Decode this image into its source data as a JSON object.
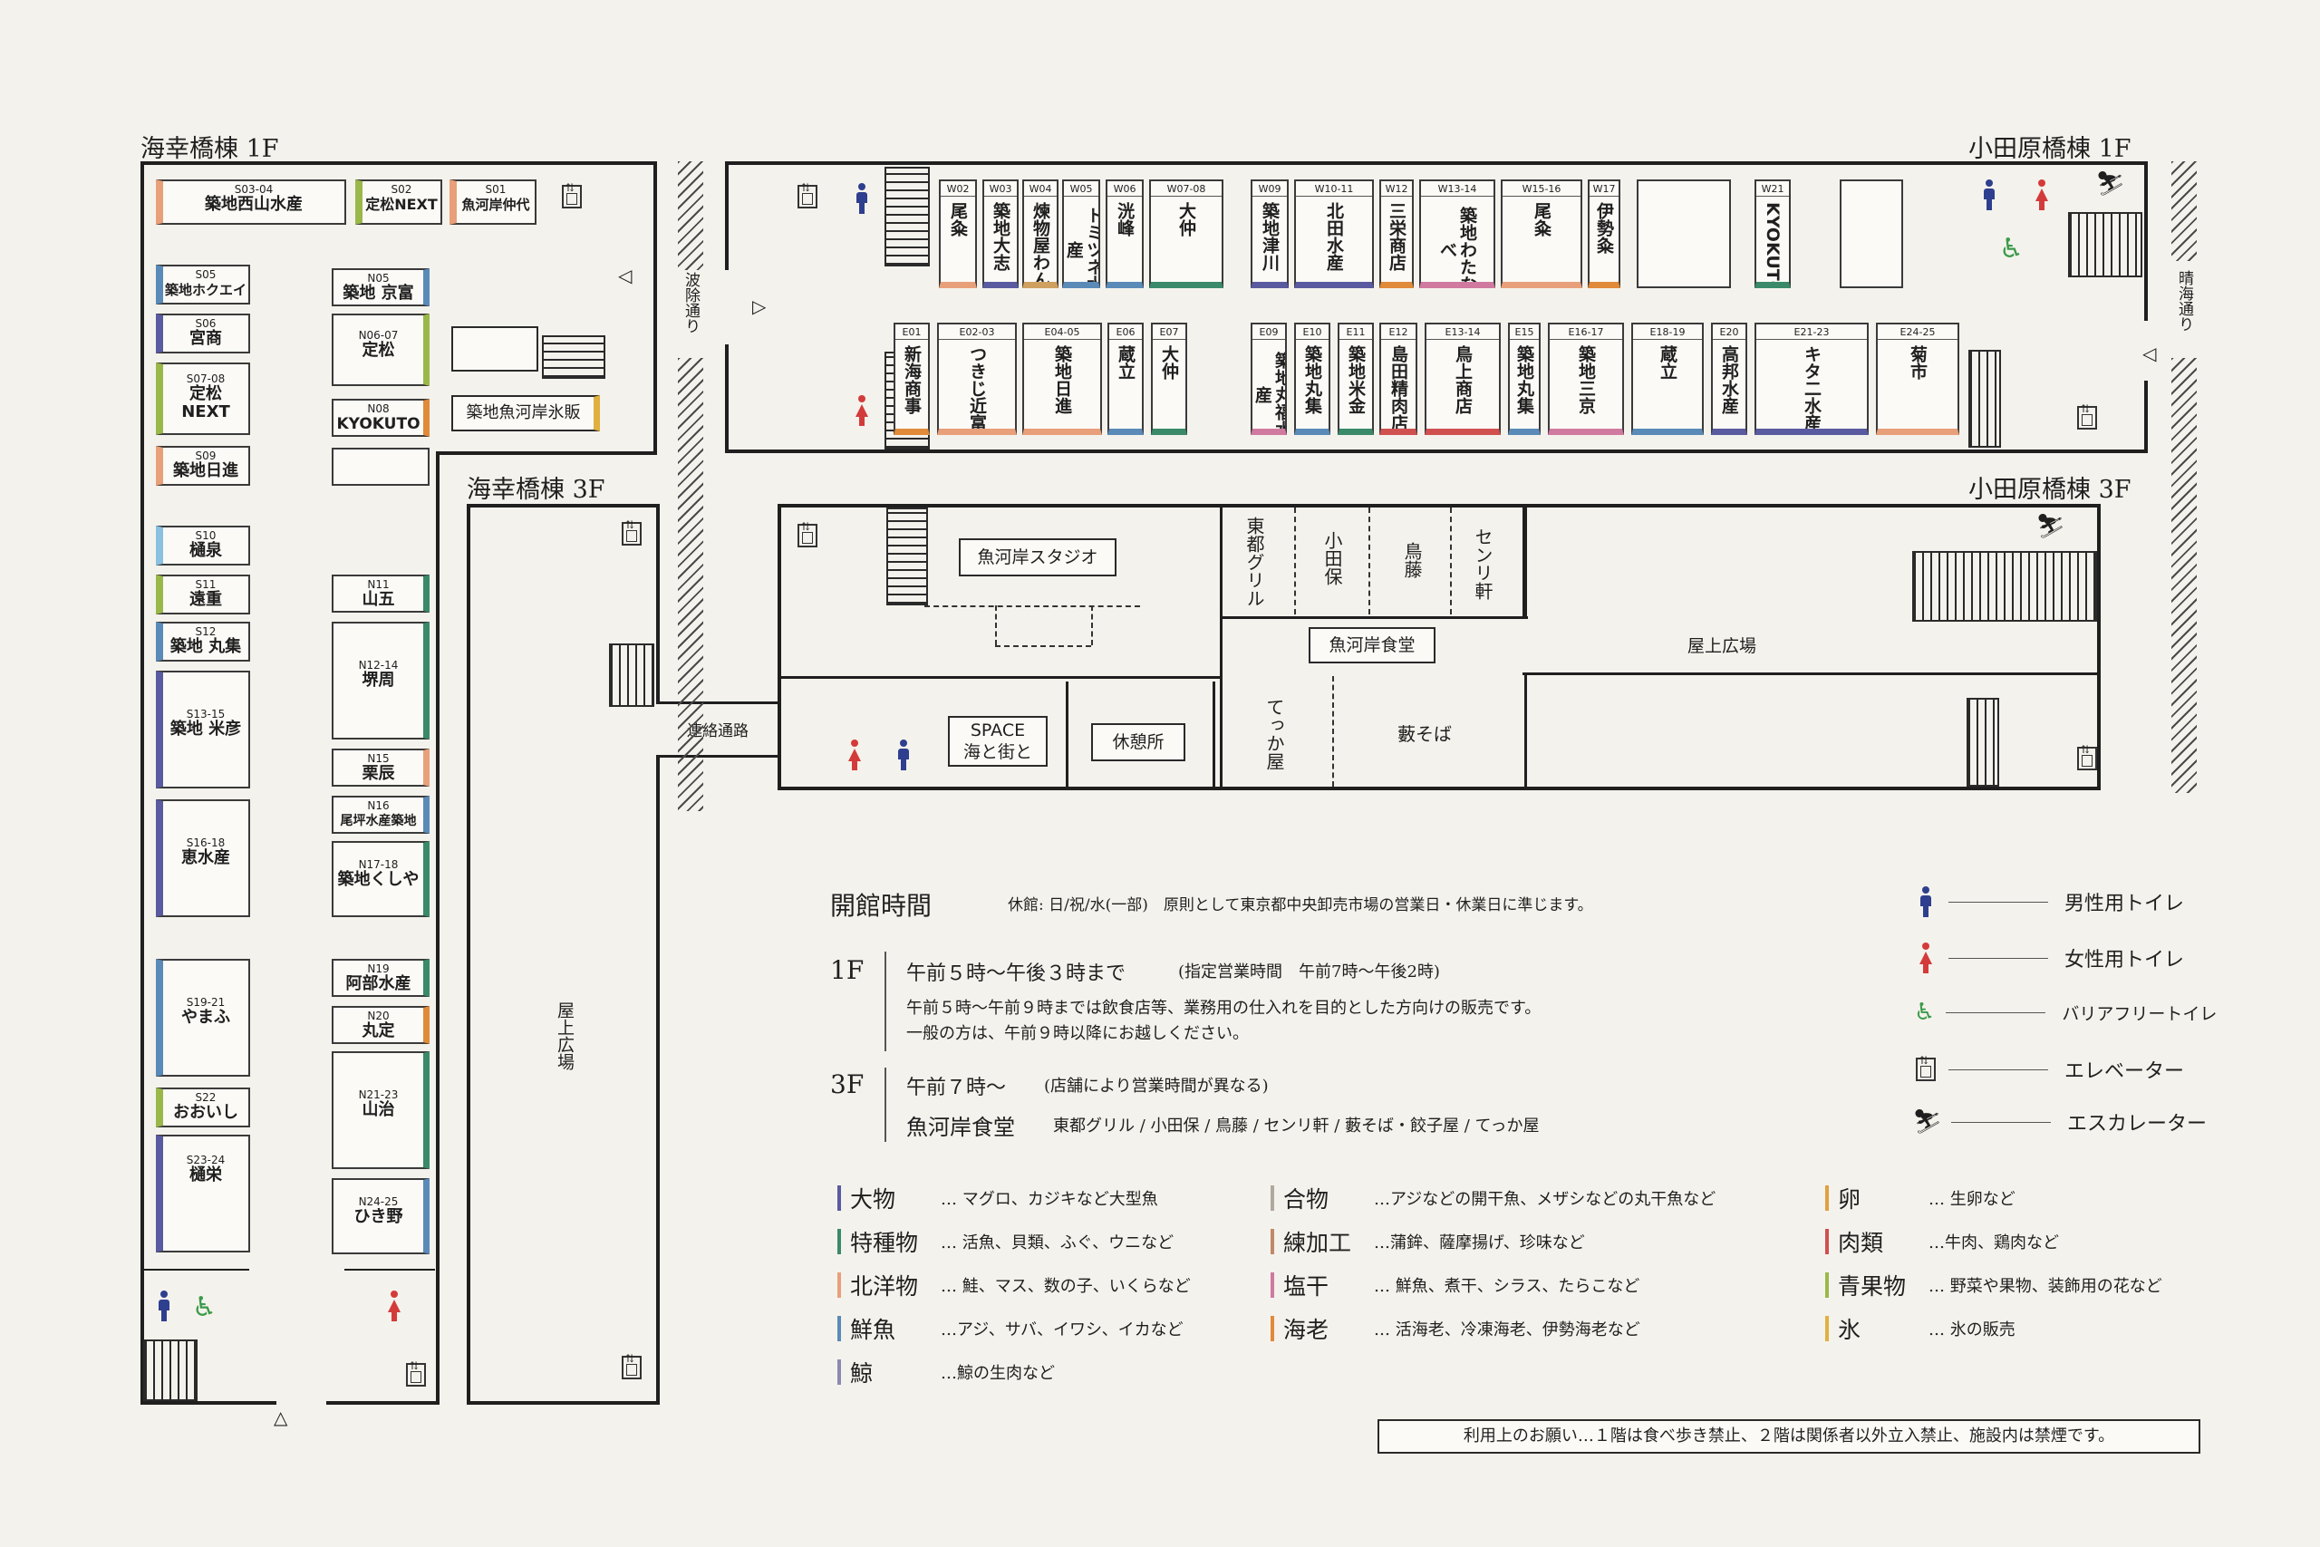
{
  "buildings": {
    "umisachi_1f": "海幸橋棟 1F",
    "umisachi_3f": "海幸橋棟 3F",
    "odawara_1f": "小田原橋棟 1F",
    "odawara_3f": "小田原橋棟 3F"
  },
  "umisachi_1f_shops": {
    "s03": {
      "code": "S03-04",
      "name": "築地西山水産",
      "color": "#e8a07a"
    },
    "s02": {
      "code": "S02",
      "name": "定松NEXT",
      "color": "#9ab84a"
    },
    "s01": {
      "code": "S01",
      "name": "魚河岸仲代",
      "color": "#e8a07a"
    },
    "s05": {
      "code": "S05",
      "name": "築地ホクエイ",
      "color": "#5a8ab8"
    },
    "s06": {
      "code": "S06",
      "name": "宮商",
      "color": "#5a5aa0"
    },
    "s07": {
      "code": "S07-08",
      "name": "定松\nNEXT",
      "color": "#9ab84a"
    },
    "s09": {
      "code": "S09",
      "name": "築地日進",
      "color": "#e8a07a"
    },
    "s10": {
      "code": "S10",
      "name": "樋泉",
      "color": "#8ac0e0"
    },
    "s11": {
      "code": "S11",
      "name": "遠重",
      "color": "#9ab84a"
    },
    "s12": {
      "code": "S12",
      "name": "築地 丸集",
      "color": "#5a8ab8"
    },
    "s13": {
      "code": "S13-15",
      "name": "築地 米彦",
      "color": "#5a5aa0"
    },
    "s16": {
      "code": "S16-18",
      "name": "恵水産",
      "color": "#5a5aa0"
    },
    "s19": {
      "code": "S19-21",
      "name": "やまふ",
      "color": "#5a8ab8"
    },
    "s22": {
      "code": "S22",
      "name": "おおいし",
      "color": "#9ab84a"
    },
    "s23": {
      "code": "S23-24",
      "name": "樋栄",
      "color": "#5a5aa0"
    },
    "n05": {
      "code": "N05",
      "name": "築地 京富",
      "color": "#5a8ab8"
    },
    "n06": {
      "code": "N06-07",
      "name": "定松",
      "color": "#9ab84a"
    },
    "n08": {
      "code": "N08",
      "name": "KYOKUTO",
      "color": "#e08a3a"
    },
    "n11": {
      "code": "N11",
      "name": "山五",
      "color": "#3a8a6a"
    },
    "n12": {
      "code": "N12-14",
      "name": "堺周",
      "color": "#3a8a6a"
    },
    "n15": {
      "code": "N15",
      "name": "栗辰",
      "color": "#e8a07a"
    },
    "n16": {
      "code": "N16",
      "name": "尾坪水産築地",
      "color": "#5a8ab8"
    },
    "n17": {
      "code": "N17-18",
      "name": "築地くしや",
      "color": "#3a8a6a"
    },
    "n19": {
      "code": "N19",
      "name": "阿部水産",
      "color": "#3a8a6a"
    },
    "n20": {
      "code": "N20",
      "name": "丸定",
      "color": "#e08a3a"
    },
    "n21": {
      "code": "N21-23",
      "name": "山治",
      "color": "#3a8a6a"
    },
    "n24": {
      "code": "N24-25",
      "name": "ひき野",
      "color": "#5a8ab8"
    },
    "ice": "築地魚河岸氷販"
  },
  "odawara_1f_top": [
    {
      "code": "W02",
      "name": "尾粂",
      "color": "#e8a07a"
    },
    {
      "code": "W03",
      "name": "築地 大志",
      "color": "#5a5aa0"
    },
    {
      "code": "W04",
      "name": "煉物屋わん",
      "color": "#d0a060"
    },
    {
      "code": "W05",
      "name": "トミツネ水産",
      "color": "#5a8ab8"
    },
    {
      "code": "W06",
      "name": "洸峰",
      "color": "#5a8ab8"
    },
    {
      "code": "W07-08",
      "name": "大仲",
      "color": "#3a8a6a"
    },
    {
      "code": "W09",
      "name": "築地 津川",
      "color": "#5a5aa0"
    },
    {
      "code": "W10-11",
      "name": "北田 水産",
      "color": "#5a5aa0"
    },
    {
      "code": "W12",
      "name": "三栄 商店",
      "color": "#e08a3a"
    },
    {
      "code": "W13-14",
      "name": "築地 わたなべ",
      "color": "#d07aa0"
    },
    {
      "code": "W15-16",
      "name": "尾粂",
      "color": "#e8a07a"
    },
    {
      "code": "W17",
      "name": "伊勢粂",
      "color": "#e08a3a"
    },
    {
      "code": "W21",
      "name": "KYOKUTO",
      "color": "#3a8a6a"
    }
  ],
  "odawara_1f_bottom": [
    {
      "code": "E01",
      "name": "新海 商事",
      "color": "#e08a3a"
    },
    {
      "code": "E02-03",
      "name": "つきじ 近富",
      "color": "#e8a07a"
    },
    {
      "code": "E04-05",
      "name": "築地 日進",
      "color": "#e8a07a"
    },
    {
      "code": "E06",
      "name": "蔵立",
      "color": "#5a8ab8"
    },
    {
      "code": "E07",
      "name": "大仲",
      "color": "#3a8a6a"
    },
    {
      "code": "E09",
      "name": "築地 丸福水産",
      "color": "#d07aa0"
    },
    {
      "code": "E10",
      "name": "築地 丸集",
      "color": "#5a8ab8"
    },
    {
      "code": "E11",
      "name": "築地 米金",
      "color": "#3a8a6a"
    },
    {
      "code": "E12",
      "name": "島田 精肉店",
      "color": "#d05050"
    },
    {
      "code": "E13-14",
      "name": "鳥上 商店",
      "color": "#d05050"
    },
    {
      "code": "E15",
      "name": "築地 丸集",
      "color": "#5a8ab8"
    },
    {
      "code": "E16-17",
      "name": "築地 三京",
      "color": "#d07aa0"
    },
    {
      "code": "E18-19",
      "name": "蔵立",
      "color": "#5a8ab8"
    },
    {
      "code": "E20",
      "name": "高邦 水産",
      "color": "#5a5aa0"
    },
    {
      "code": "E21-23",
      "name": "キタ 二水産",
      "color": "#5a5aa0"
    },
    {
      "code": "E24-25",
      "name": "菊 市",
      "color": "#e8a07a"
    }
  ],
  "places": {
    "rooftop": "屋上広場",
    "connector": "連絡通路",
    "namiyoke": "波除通り",
    "harumi": "晴海通り",
    "studio": "魚河岸スタジオ",
    "shokudo": "魚河岸食堂",
    "space": "SPACE\n海と街と",
    "rest": "休憩所",
    "tohto": "東都グリル",
    "odahoe": "小田保",
    "torito": "鳥藤",
    "senri": "センリ軒",
    "tekka": "てっか屋",
    "yabu": "藪そば",
    "rooftop_3f": "屋上広場"
  },
  "hours": {
    "title": "開館時間",
    "closed": "休館: 日/祝/水(一部)　原則として東京都中央卸売市場の営業日・休業日に準じます。",
    "f1": "1F",
    "f1_time": "午前５時〜午後３時まで",
    "f1_note": "(指定営業時間　午前7時〜午後2時)",
    "f1_desc1": "午前５時〜午前９時までは飲食店等、業務用の仕入れを目的とした方向けの販売です。",
    "f1_desc2": "一般の方は、午前９時以降にお越しください。",
    "f3": "3F",
    "f3_time": "午前７時〜",
    "f3_note": "(店舗により営業時間が異なる)",
    "f3_name": "魚河岸食堂",
    "f3_shops": "東都グリル / 小田保 / 鳥藤 / センリ軒 / 藪そば・餃子屋 / てっか屋"
  },
  "legend": {
    "male": "男性用トイレ",
    "female": "女性用トイレ",
    "barrier": "バリアフリートイレ",
    "elevator": "エレベーター",
    "escalator": "エスカレーター"
  },
  "categories": [
    {
      "name": "大物",
      "desc": "… マグロ、カジキなど大型魚",
      "color": "#5a5aa0"
    },
    {
      "name": "特種物",
      "desc": "… 活魚、貝類、ふぐ、ウニなど",
      "color": "#3a8a6a"
    },
    {
      "name": "北洋物",
      "desc": "… 鮭、マス、数の子、いくらなど",
      "color": "#e8a07a"
    },
    {
      "name": "鮮魚",
      "desc": "…アジ、サバ、イワシ、イカなど",
      "color": "#5a8ab8"
    },
    {
      "name": "鯨",
      "desc": "…鯨の生肉など",
      "color": "#8a8ab0"
    },
    {
      "name": "合物",
      "desc": "…アジなどの開干魚、メザシなどの丸干魚など",
      "color": "#b0a8a0"
    },
    {
      "name": "練加工",
      "desc": "…蒲鉾、薩摩揚げ、珍味など",
      "color": "#c08a6a"
    },
    {
      "name": "塩干",
      "desc": "… 鮮魚、煮干、シラス、たらこなど",
      "color": "#d07aa0"
    },
    {
      "name": "海老",
      "desc": "… 活海老、冷凍海老、伊勢海老など",
      "color": "#e08a3a"
    },
    {
      "name": "卵",
      "desc": "… 生卵など",
      "color": "#e0a040"
    },
    {
      "name": "肉類",
      "desc": "…牛肉、鶏肉など",
      "color": "#d05050"
    },
    {
      "name": "青果物",
      "desc": "… 野菜や果物、装飾用の花など",
      "color": "#9ab84a"
    },
    {
      "name": "氷",
      "desc": "… 氷の販売",
      "color": "#e0b040"
    }
  ],
  "notice": "利用上のお願い…１階は食べ歩き禁止、２階は関係者以外立入禁止、施設内は禁煙です。"
}
